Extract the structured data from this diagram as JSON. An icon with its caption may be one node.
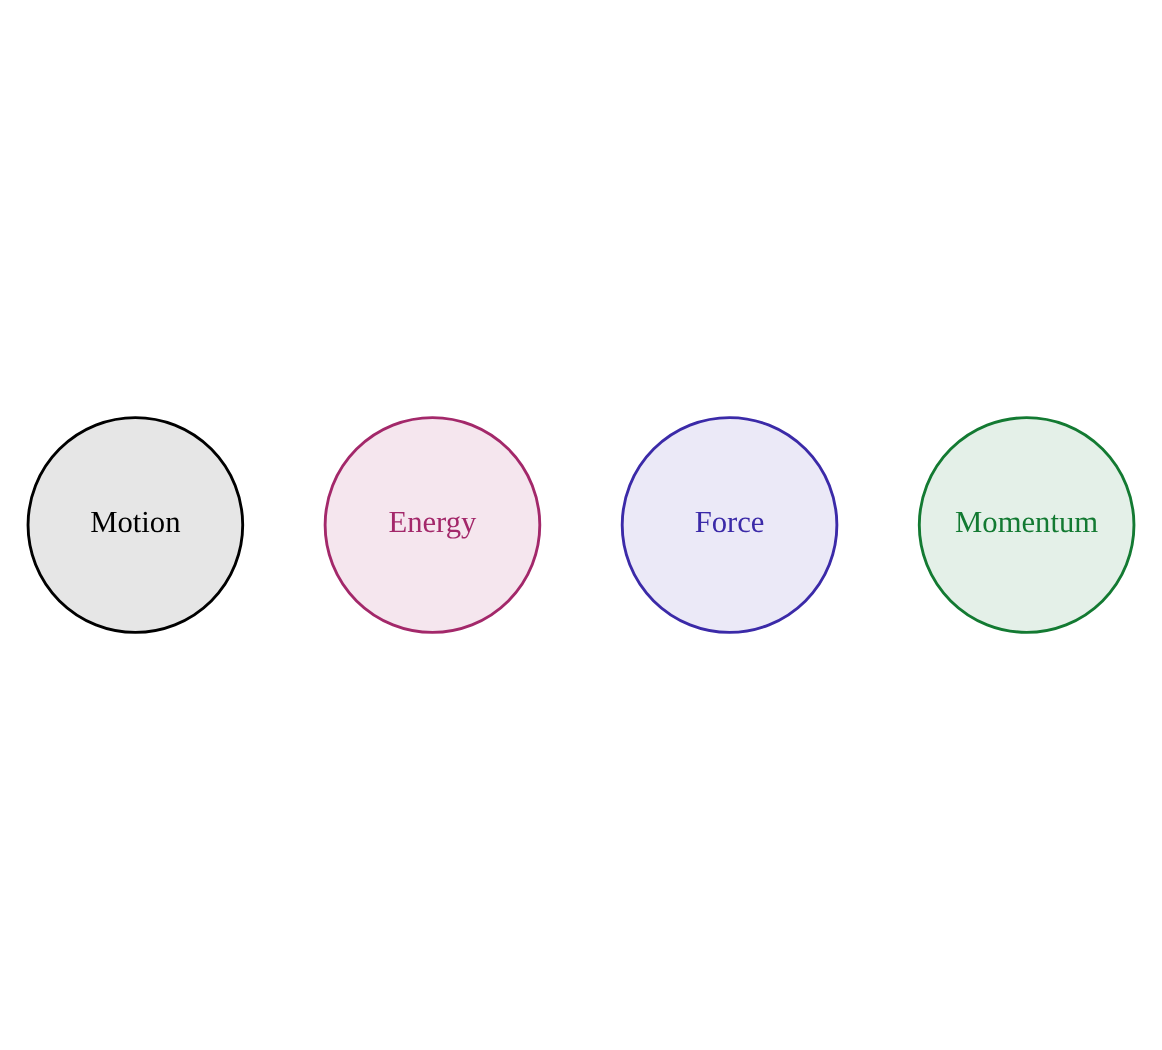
{
  "diagram": {
    "nodes": [
      {
        "text": [
          "Motion"
        ]
      },
      {
        "text": [
          "Energy"
        ]
      },
      {
        "text": [
          "Force"
        ]
      },
      {
        "text": [
          "Momentum"
        ]
      }
    ]
  }
}
